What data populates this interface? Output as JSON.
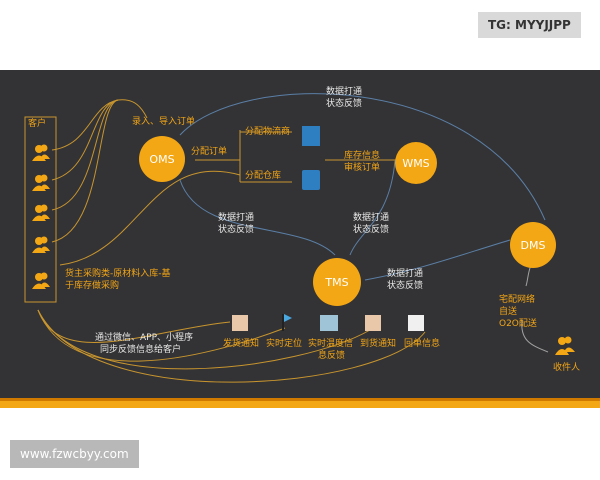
{
  "watermark_top": "TG: MYYJJPP",
  "watermark_bottom": "www.fzwcbyy.com",
  "diagram": {
    "customer_box_label": "客户",
    "nodes": {
      "oms": "OMS",
      "wms": "WMS",
      "tms": "TMS",
      "dms": "DMS"
    },
    "labels": {
      "import_orders": "录入、导入订单",
      "assign_orders": "分配订单",
      "assign_carrier": "分配物流商",
      "assign_warehouse": "分配仓库",
      "inventory_info": "库存信息",
      "review_orders": "审核订单",
      "sync_top_1": "数据打通",
      "sync_top_2": "状态反馈",
      "sync_oms_tms_1": "数据打通",
      "sync_oms_tms_2": "状态反馈",
      "sync_wms_tms_1": "数据打通",
      "sync_wms_tms_2": "状态反馈",
      "sync_tms_dms_1": "数据打通",
      "sync_tms_dms_2": "状态反馈",
      "purchase_1": "货主采购类-原材料入库-基",
      "purchase_2": "于库存做采购",
      "notify_1": "通过微信、APP、小程序",
      "notify_2": "同步反馈信息给客户",
      "delivery_1": "宅配网络",
      "delivery_2": "自送",
      "delivery_3": "O2O配送",
      "recipient": "收件人"
    },
    "events": [
      "发货通知",
      "实时定位",
      "实时温度信",
      "息反馈",
      "到货通知",
      "回单信息"
    ]
  },
  "colors": {
    "accent": "#f4a714",
    "background": "#333335",
    "blue_line": "#5b7fa6"
  }
}
